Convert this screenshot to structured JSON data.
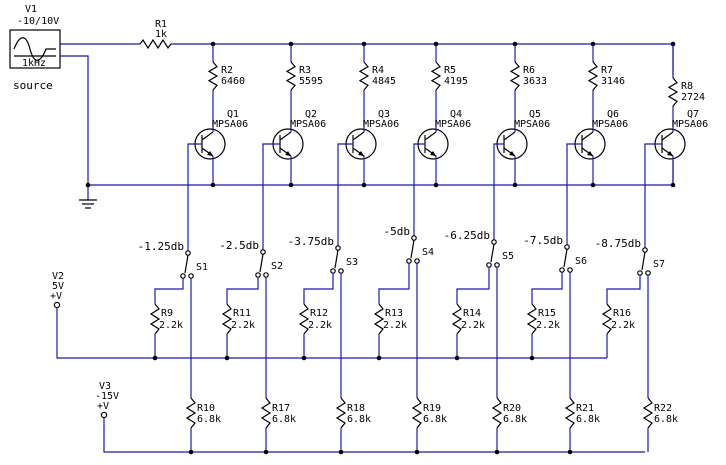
{
  "source": {
    "name": "V1",
    "value": "-10/10V",
    "freq": "1kHz",
    "caption": "source"
  },
  "r1": {
    "name": "R1",
    "value": "1k"
  },
  "v2": {
    "name": "V2",
    "value": "5V",
    "sign": "+V"
  },
  "v3": {
    "name": "V3",
    "value": "-15V",
    "sign": "+V"
  },
  "stages": [
    {
      "rc_name": "R2",
      "rc_value": "6460",
      "q_name": "Q1",
      "q_type": "MPSA06",
      "sw_name": "S1",
      "db": "-1.25db",
      "rd_name": "R9",
      "rd_value": "2.2k",
      "rp_name": "R10",
      "rp_value": "6.8k"
    },
    {
      "rc_name": "R3",
      "rc_value": "5595",
      "q_name": "Q2",
      "q_type": "MPSA06",
      "sw_name": "S2",
      "db": "-2.5db",
      "rd_name": "R11",
      "rd_value": "2.2k",
      "rp_name": "R17",
      "rp_value": "6.8k"
    },
    {
      "rc_name": "R4",
      "rc_value": "4845",
      "q_name": "Q3",
      "q_type": "MPSA06",
      "sw_name": "S3",
      "db": "-3.75db",
      "rd_name": "R12",
      "rd_value": "2.2k",
      "rp_name": "R18",
      "rp_value": "6.8k"
    },
    {
      "rc_name": "R5",
      "rc_value": "4195",
      "q_name": "Q4",
      "q_type": "MPSA06",
      "sw_name": "S4",
      "db": "-5db",
      "rd_name": "R13",
      "rd_value": "2.2k",
      "rp_name": "R19",
      "rp_value": "6.8k"
    },
    {
      "rc_name": "R6",
      "rc_value": "3633",
      "q_name": "Q5",
      "q_type": "MPSA06",
      "sw_name": "S5",
      "db": "-6.25db",
      "rd_name": "R14",
      "rd_value": "2.2k",
      "rp_name": "R20",
      "rp_value": "6.8k"
    },
    {
      "rc_name": "R7",
      "rc_value": "3146",
      "q_name": "Q6",
      "q_type": "MPSA06",
      "sw_name": "S6",
      "db": "-7.5db",
      "rd_name": "R15",
      "rd_value": "2.2k",
      "rp_name": "R21",
      "rp_value": "6.8k"
    },
    {
      "rc_name": "R8",
      "rc_value": "2724",
      "q_name": "Q7",
      "q_type": "MPSA06",
      "sw_name": "S7",
      "db": "-8.75db",
      "rd_name": "R16",
      "rd_value": "2.2k",
      "rp_name": "R22",
      "rp_value": "6.8k"
    }
  ]
}
